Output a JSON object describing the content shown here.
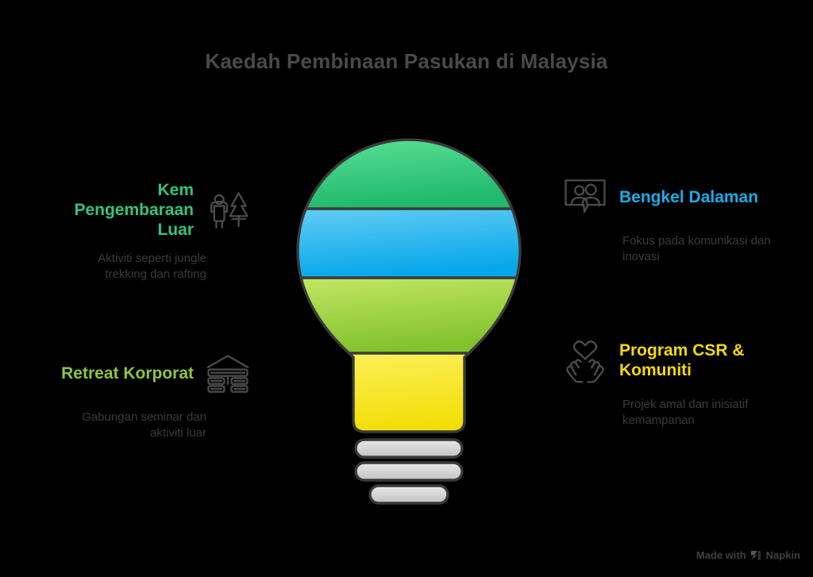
{
  "title": "Kaedah Pembinaan Pasukan di Malaysia",
  "colors": {
    "background": "#000000",
    "title": "#4a4a4a",
    "description": "#3b3b3b",
    "icon_stroke": "#4a4a4a",
    "green": "#34c47c",
    "blue": "#1aabe8",
    "lime": "#8dc63f",
    "yellow": "#f5e11e",
    "bulb_outline": "#3a3a3a",
    "bulb_base": "#cfcfcf"
  },
  "features": {
    "left": [
      {
        "id": "outdoor-camp",
        "heading": "Kem Pengembaraan Luar",
        "description": "Aktiviti seperti jungle trekking dan rafting",
        "color": "#34c47c",
        "icon": "hiker-tree-icon"
      },
      {
        "id": "corporate-retreat",
        "heading": "Retreat Korporat",
        "description": "Gabungan seminar dan aktiviti luar",
        "color": "#8dc63f",
        "icon": "resort-building-icon"
      }
    ],
    "right": [
      {
        "id": "internal-workshop",
        "heading": "Bengkel Dalaman",
        "description": "Fokus pada komunikasi dan inovasi",
        "color": "#1aabe8",
        "icon": "people-speech-bubble-icon"
      },
      {
        "id": "csr-program",
        "heading": "Program CSR & Komuniti",
        "description": "Projek amal dan inisiatif kemampanan",
        "color": "#f5d90a",
        "icon": "heart-hands-icon"
      }
    ]
  },
  "bulb": {
    "bands": [
      {
        "name": "green-band",
        "color": "#34c47c"
      },
      {
        "name": "blue-band",
        "color": "#1aabe8"
      },
      {
        "name": "lime-band",
        "color": "#8dc63f"
      },
      {
        "name": "yellow-neck",
        "color": "#f5e11e"
      }
    ],
    "base_rings": 3
  },
  "footer": {
    "made_with": "Made with",
    "brand": "Napkin"
  }
}
